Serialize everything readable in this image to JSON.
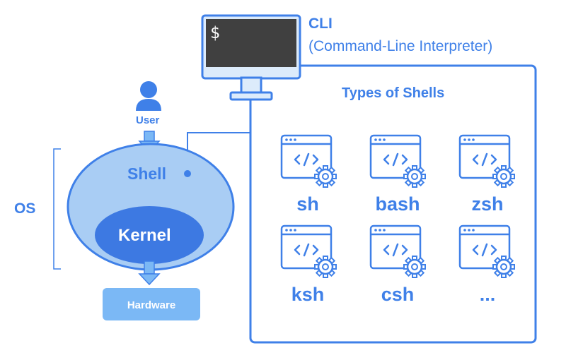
{
  "cli": {
    "title": "CLI",
    "subtitle": "(Command-Line Interpreter)",
    "prompt": "$"
  },
  "types": {
    "title": "Types of Shells",
    "shells": [
      "sh",
      "bash",
      "zsh",
      "ksh",
      "csh",
      "..."
    ],
    "window_icon": "code-window-gear-icon"
  },
  "os": {
    "label": "OS",
    "user": "User",
    "shell": "Shell",
    "kernel": "Kernel",
    "hardware": "Hardware"
  },
  "colors": {
    "accent": "#3f80e8",
    "light_blue": "#a9cdf4",
    "pale_blue": "#dcebfb",
    "kernel_blue": "#3d79e2",
    "hardware_blue": "#7bb8f5",
    "screen_dark": "#404040"
  }
}
